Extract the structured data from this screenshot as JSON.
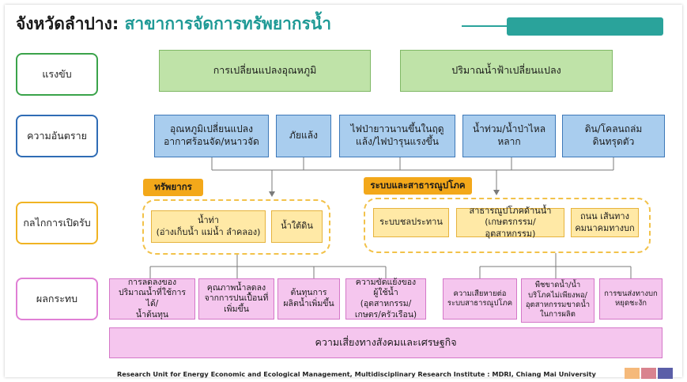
{
  "header": {
    "title_main": "จังหวัดลำปาง:",
    "title_sub": "สาขาการจัดการทรัพยากรน้ำ"
  },
  "row_labels": {
    "drivers": "แรงขับ",
    "hazards": "ความอันตราย",
    "exposure": "กลไกการเปิดรับ",
    "impacts": "ผลกระทบ"
  },
  "drivers": [
    "การเปลี่ยนแปลงอุณหภูมิ",
    "ปริมาณน้ำฟ้าเปลี่ยนแปลง"
  ],
  "hazards": [
    "อุณหภูมิเปลี่ยนแปลง\nอากาศร้อนจัด/หนาวจัด",
    "ภัยแล้ง",
    "ไฟป่ายาวนานขึ้นในฤดู\nแล้ง/ไฟป่ารุนแรงขึ้น",
    "น้ำท่วม/น้ำป่าไหล\nหลาก",
    "ดิน/โคลนถล่ม\nดินทรุดตัว"
  ],
  "categories": {
    "resources": "ทรัพยากร",
    "systems": "ระบบและสาธารณูปโภค"
  },
  "exposure": {
    "resources": [
      "น้ำท่า\n(อ่างเก็บน้ำ แม่น้ำ ลำคลอง)",
      "น้ำใต้ดิน"
    ],
    "systems": [
      "ระบบชลประทาน",
      "สาธารณูปโภคด้านน้ำ\n(เกษตรกรรม/อุตสาหกรรม)",
      "ถนน เส้นทาง\nคมนาคมทางบก"
    ]
  },
  "impacts": [
    "การลดลงของ\nปริมาณน้ำที่ใช้การได้/\nน้ำต้นทุน",
    "คุณภาพน้ำลดลง\nจากการปนเปื้อนที่\nเพิ่มขึ้น",
    "ต้นทุนการ\nผลิตน้ำเพิ่มขึ้น",
    "ความขัดแย้งของ\nผู้ใช้น้ำ (อุตสาหกรรม/\nเกษตร/ครัวเรือน)",
    "ความเสียหายต่อ\nระบบสาธารณูปโภค",
    "พืชขาดน้ำ/น้ำ\nบริโภคไม่เพียงพอ/\nอุตสาหกรรมขาดน้ำ\nในการผลิต",
    "การขนส่งทางบก\nหยุดชะงัก"
  ],
  "bottom_bar": "ความเสี่ยงทางสังคมและเศรษฐกิจ",
  "footer": "Research Unit for Energy Economic and Ecological Management, Multidisciplinary Research Institute : MDRI, Chiang Mai University",
  "colors": {
    "accent_teal": "#2aa39b",
    "driver_green": "#bfe3a8",
    "hazard_blue": "#a9cdee",
    "exposure_yellow": "#ffe9a6",
    "category_orange": "#f3a81a",
    "impact_pink": "#f5c6ee",
    "swatches": [
      "#f5b97a",
      "#d9838f",
      "#5b5fa8"
    ]
  }
}
